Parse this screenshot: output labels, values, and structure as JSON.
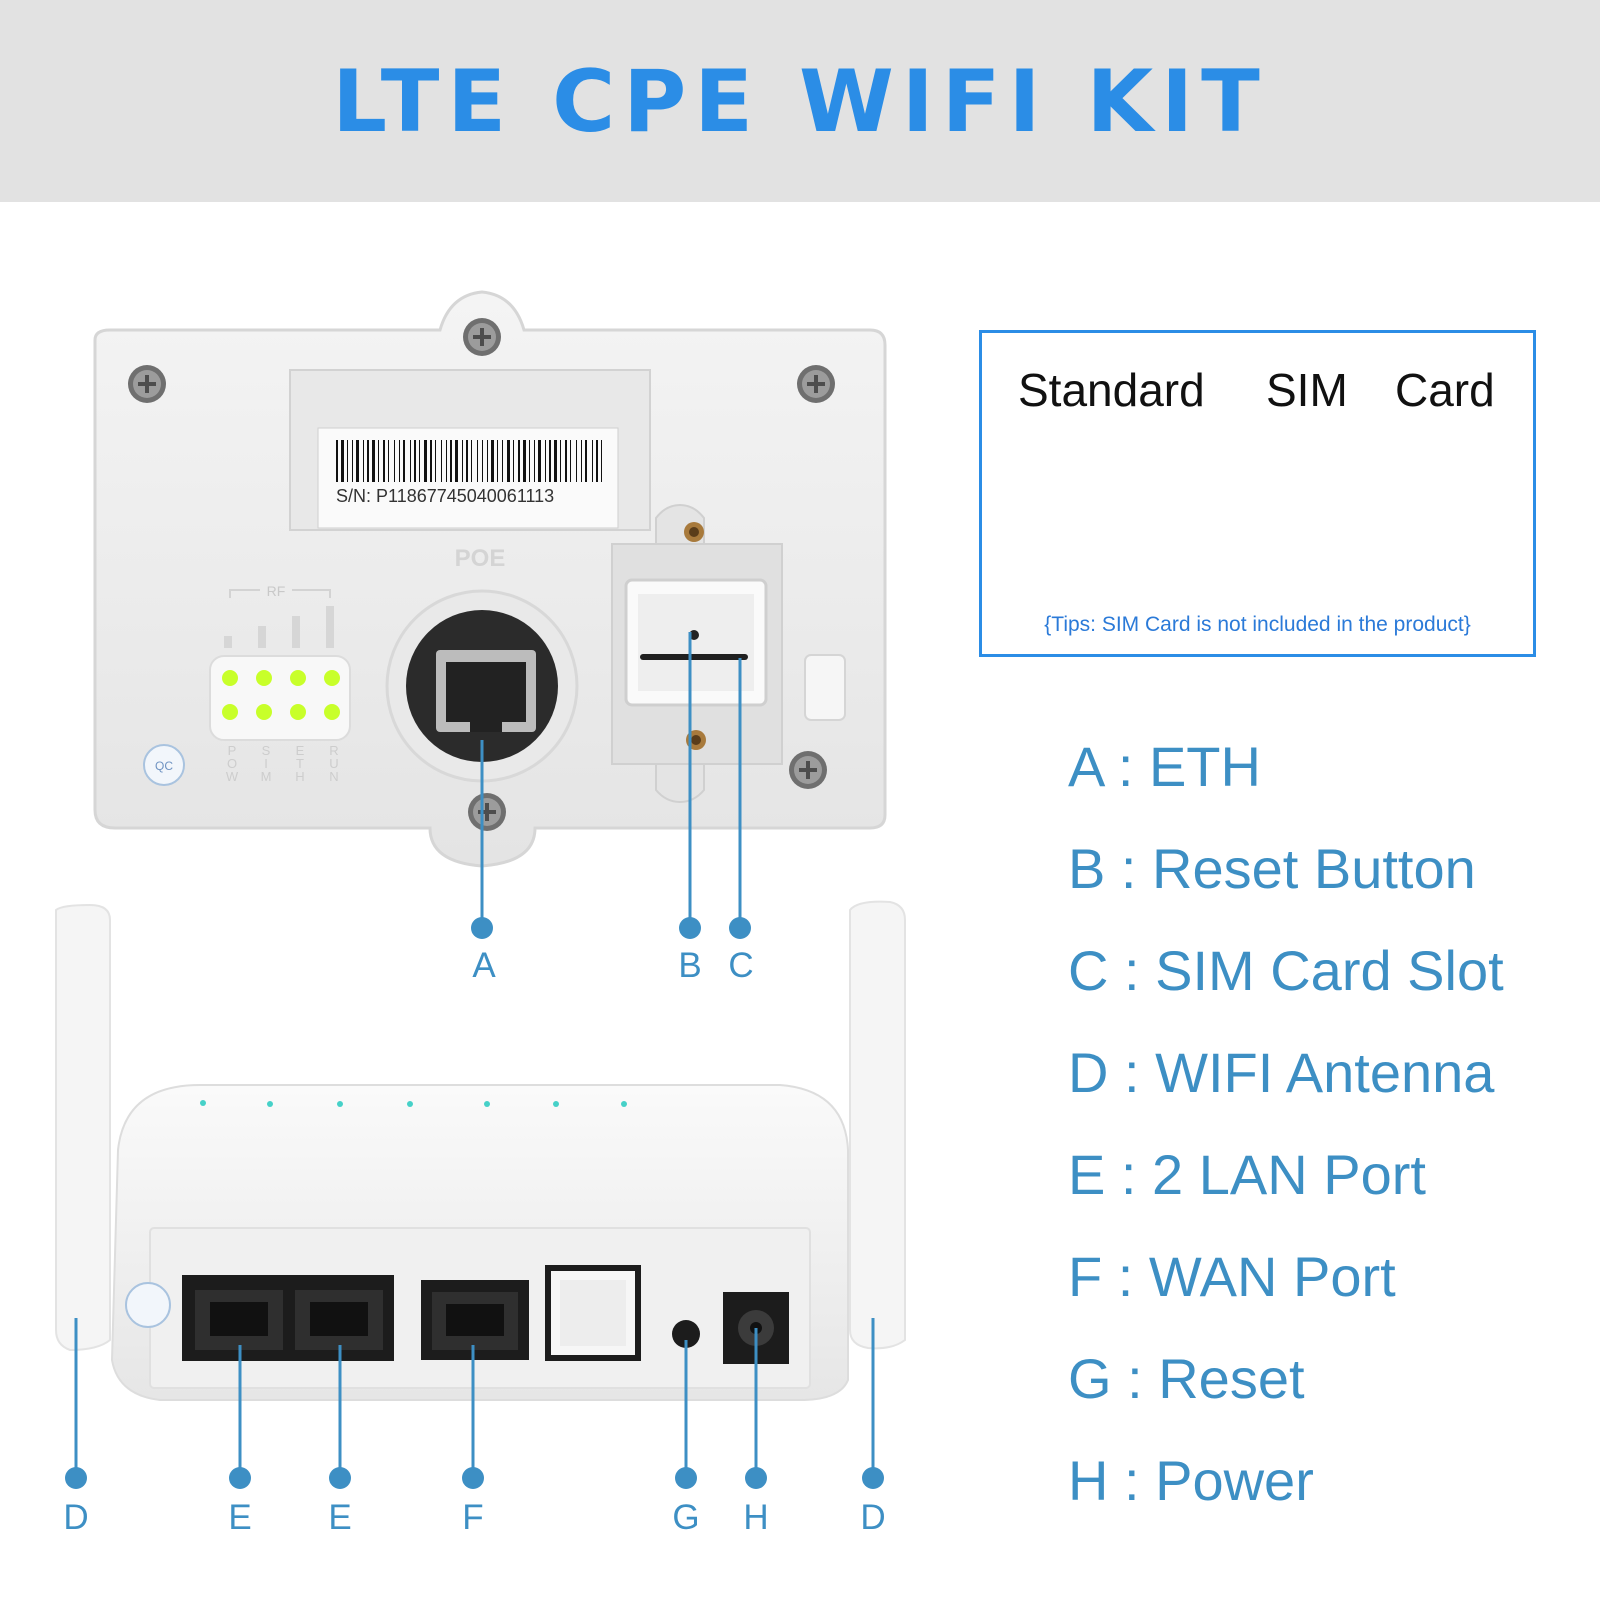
{
  "header": {
    "title": "LTE CPE WIFI KIT"
  },
  "device": {
    "serial": "S/N:  P11867745040061113",
    "poe_label": "POE",
    "rf_label": "RF",
    "led_labels": [
      "POW",
      "SIM",
      "ETH",
      "RUN"
    ],
    "qc_label": "QC"
  },
  "markers_top": [
    "A",
    "B",
    "C"
  ],
  "markers_bottom": [
    "D",
    "E",
    "E",
    "F",
    "G",
    "H",
    "D"
  ],
  "sim_card": {
    "title_words": [
      "Standard",
      "SIM",
      "Card"
    ],
    "tip": "{Tips: SIM Card is not included in the product}"
  },
  "legend": [
    "A : ETH",
    "B : Reset Button",
    "C : SIM Card Slot",
    "D : WIFI Antenna",
    "E : 2 LAN Port",
    "F : WAN Port",
    "G : Reset",
    "H : Power"
  ],
  "colors": {
    "accent": "#2b8de6",
    "callout": "#3d8fc4",
    "led_green": "#c8ff2a"
  }
}
